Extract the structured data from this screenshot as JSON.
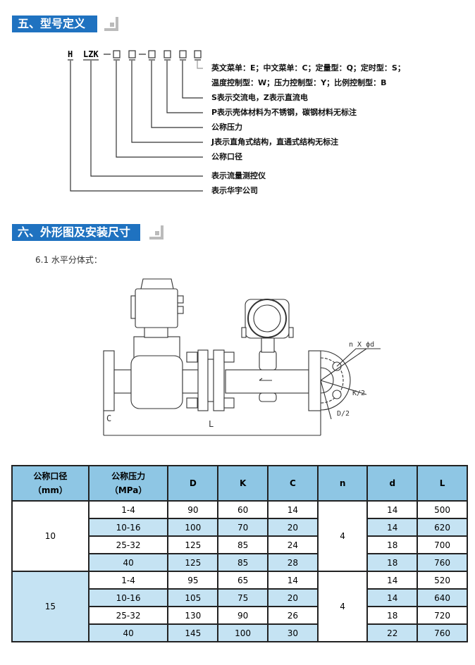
{
  "section5": {
    "title": "五、型号定义"
  },
  "model": {
    "codes": [
      "H",
      "LZK"
    ],
    "labels": [
      "英文菜单：E；中文菜单：C；定量型：Q；定时型：S；",
      "温度控制型：W；压力控制型：Y；比例控制型：B",
      "S表示交流电，Z表示直流电",
      "P表示壳体材料为不锈钢，碳钢材料无标注",
      "公称压力",
      "J表示直角式结构，直通式结构无标注",
      "公称口径",
      "表示流量测控仪",
      "表示华宇公司"
    ]
  },
  "section6": {
    "title": "六、外形图及安装尺寸",
    "subtitle": "6.1  水平分体式："
  },
  "drawing": {
    "labels": {
      "holes": "n X ϕd",
      "k": "K/2",
      "d": "D/2",
      "c": "C",
      "l": "L"
    }
  },
  "table": {
    "headers": [
      [
        "公称口径",
        "（mm）"
      ],
      [
        "公称压力",
        "（MPa）"
      ],
      "D",
      "K",
      "C",
      "n",
      "d",
      "L"
    ],
    "groups": [
      {
        "dn": "10",
        "n": "4",
        "rows": [
          [
            "1-4",
            "90",
            "60",
            "14",
            "14",
            "500"
          ],
          [
            "10-16",
            "100",
            "70",
            "20",
            "14",
            "620"
          ],
          [
            "25-32",
            "125",
            "85",
            "24",
            "18",
            "700"
          ],
          [
            "40",
            "125",
            "85",
            "28",
            "18",
            "760"
          ]
        ]
      },
      {
        "dn": "15",
        "n": "4",
        "rows": [
          [
            "1-4",
            "95",
            "65",
            "14",
            "14",
            "520"
          ],
          [
            "10-16",
            "105",
            "75",
            "20",
            "14",
            "640"
          ],
          [
            "25-32",
            "130",
            "90",
            "26",
            "18",
            "720"
          ],
          [
            "40",
            "145",
            "100",
            "30",
            "22",
            "760"
          ]
        ]
      }
    ]
  }
}
